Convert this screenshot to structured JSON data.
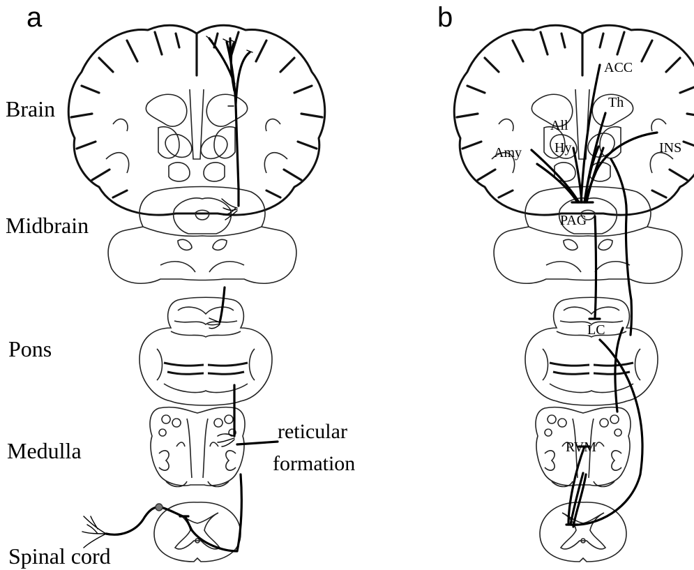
{
  "panels": {
    "a": {
      "letter": "a",
      "levels": [
        "Brain",
        "Midbrain",
        "Pons",
        "Medulla",
        "Spinal cord"
      ],
      "annotation_line1": "reticular",
      "annotation_line2": "formation"
    },
    "b": {
      "letter": "b",
      "structures": [
        "ACC",
        "Th",
        "All",
        "Hy",
        "Amy",
        "INS",
        "PAG",
        "LC",
        "RVM"
      ]
    }
  },
  "colors": {
    "line": "#000000",
    "outline": "#222222",
    "background": "#ffffff"
  }
}
